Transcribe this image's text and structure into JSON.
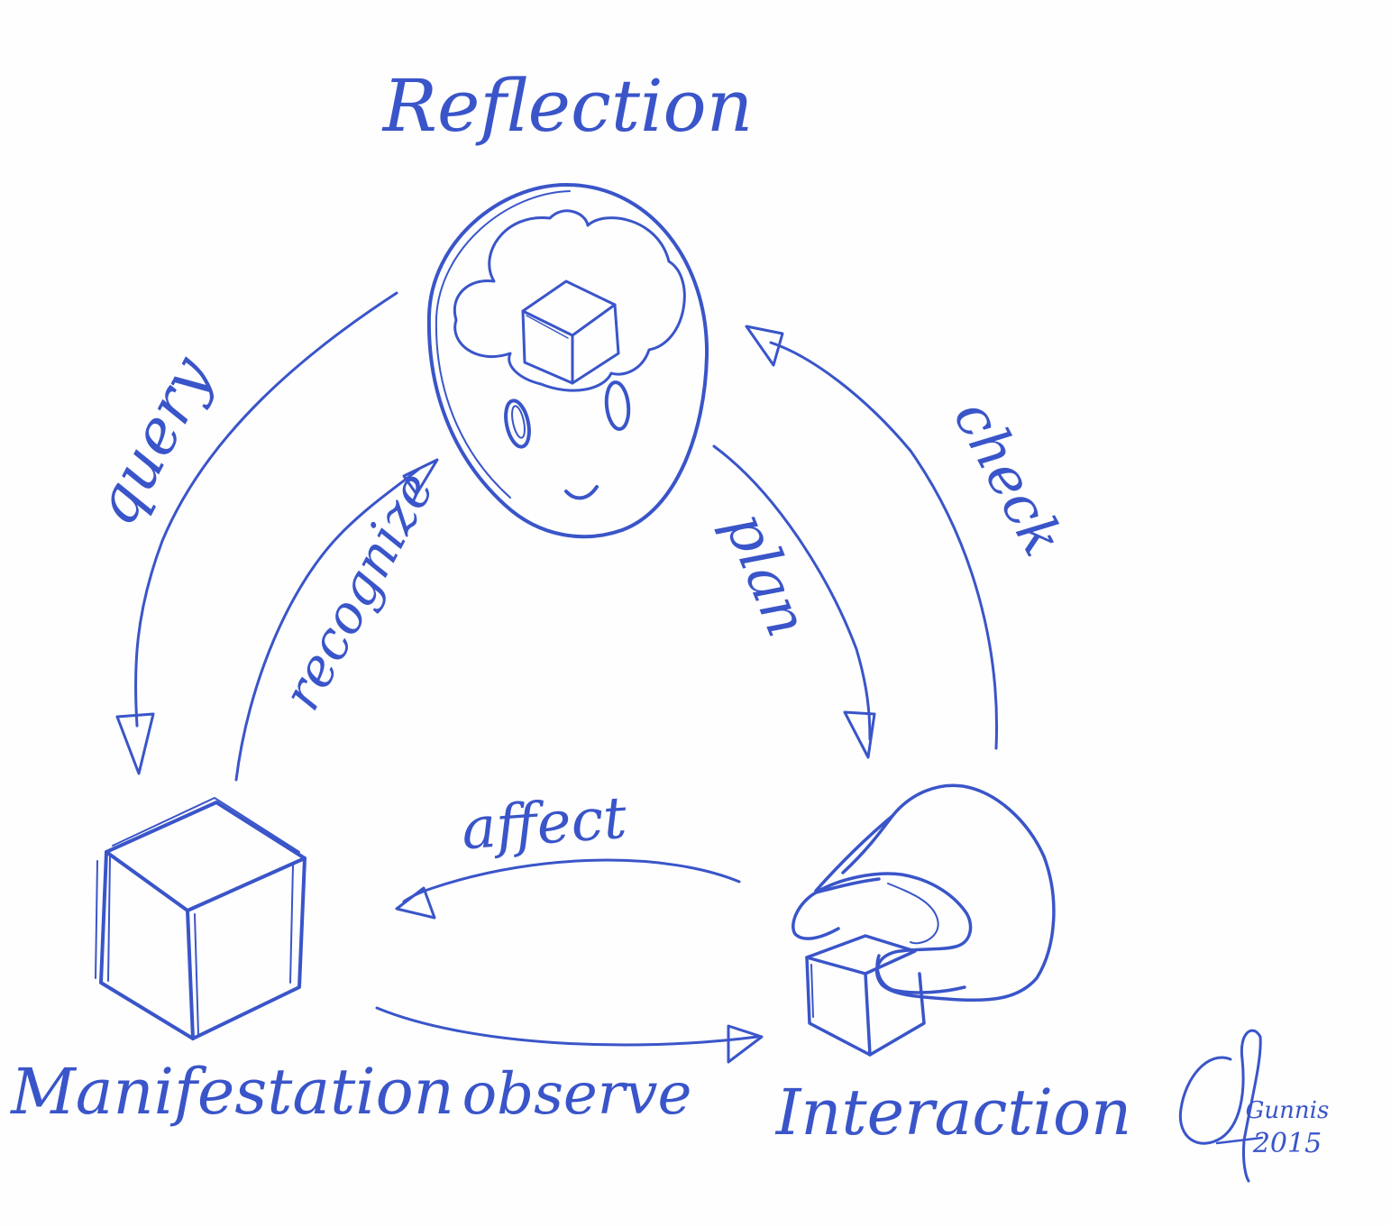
{
  "ink_color": "#3a55c9",
  "nodes": {
    "reflection": {
      "label": "Reflection",
      "icon": "head-with-thought-cloud-and-cube"
    },
    "manifestation": {
      "label": "Manifestation",
      "icon": "cube"
    },
    "interaction": {
      "label": "Interaction",
      "icon": "hand-holding-cube"
    }
  },
  "edges": {
    "query": {
      "label": "query",
      "from": "Reflection",
      "to": "Manifestation"
    },
    "recognize": {
      "label": "recognize",
      "from": "Manifestation",
      "to": "Reflection"
    },
    "plan": {
      "label": "plan",
      "from": "Reflection",
      "to": "Interaction"
    },
    "check": {
      "label": "check",
      "from": "Interaction",
      "to": "Reflection"
    },
    "affect": {
      "label": "affect",
      "from": "Interaction",
      "to": "Manifestation"
    },
    "observe": {
      "label": "observe",
      "from": "Manifestation",
      "to": "Interaction"
    }
  },
  "signature": {
    "name": "Gunnis",
    "year": "2015"
  }
}
